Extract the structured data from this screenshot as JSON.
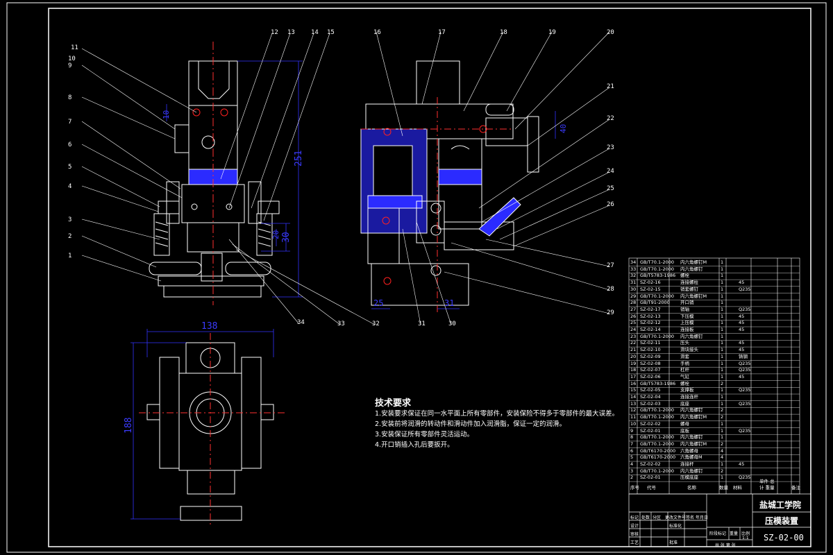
{
  "part_numbers": [
    "1",
    "2",
    "3",
    "4",
    "5",
    "6",
    "7",
    "8",
    "9",
    "10",
    "11",
    "12",
    "13",
    "14",
    "15",
    "16",
    "17",
    "18",
    "19",
    "20",
    "21",
    "22",
    "23",
    "24",
    "25",
    "26",
    "27",
    "28",
    "29",
    "30",
    "31",
    "32",
    "33",
    "34"
  ],
  "dimensions": {
    "height_251": "251",
    "d_30": "30",
    "d_20": "20",
    "d_40": "40",
    "d_25": "25",
    "d_31": "31",
    "width_138": "138",
    "height_188": "188",
    "d_10": "10"
  },
  "tech_requirements": {
    "title": "技术要求",
    "lines": [
      "1.安装要求保证在同一水平面上所有零部件，安装保险不得多于零部件的最大误差。",
      "2.安装前将润滑的转动件和滑动件加入润滑脂，保证一定的润滑。",
      "3.安装保证所有零部件灵活运动。",
      "4.开口销插入孔后要扳开。"
    ]
  },
  "bom": {
    "rows": [
      {
        "no": "34",
        "code": "GB/T70.1-2000",
        "name": "内六角螺钉M",
        "qty": "1",
        "mat": ""
      },
      {
        "no": "33",
        "code": "GB/T70.1-2000",
        "name": "内六角螺钉",
        "qty": "1",
        "mat": ""
      },
      {
        "no": "32",
        "code": "GB/T5783-1986",
        "name": "螺栓",
        "qty": "1",
        "mat": ""
      },
      {
        "no": "31",
        "code": "SZ-02-16",
        "name": "连接螺柱",
        "qty": "1",
        "mat": "45"
      },
      {
        "no": "30",
        "code": "SZ-02-15",
        "name": "销套螺钉",
        "qty": "1",
        "mat": "Q235"
      },
      {
        "no": "29",
        "code": "GB/T70.1-2000",
        "name": "内六角螺钉M",
        "qty": "1",
        "mat": ""
      },
      {
        "no": "28",
        "code": "GB/T91-2000",
        "name": "开口销",
        "qty": "1",
        "mat": ""
      },
      {
        "no": "27",
        "code": "SZ-02-17",
        "name": "销轴",
        "qty": "1",
        "mat": "Q235"
      },
      {
        "no": "26",
        "code": "SZ-02-13",
        "name": "下压模",
        "qty": "1",
        "mat": "45"
      },
      {
        "no": "25",
        "code": "SZ-02-12",
        "name": "上压模",
        "qty": "1",
        "mat": "45"
      },
      {
        "no": "24",
        "code": "SZ-02-14",
        "name": "连接板",
        "qty": "1",
        "mat": "45"
      },
      {
        "no": "23",
        "code": "GB/T70.1-2000",
        "name": "内六角螺钉",
        "qty": "1",
        "mat": ""
      },
      {
        "no": "22",
        "code": "SZ-02-11",
        "name": "压头",
        "qty": "1",
        "mat": "45"
      },
      {
        "no": "21",
        "code": "SZ-02-10",
        "name": "滑块接头",
        "qty": "1",
        "mat": "45"
      },
      {
        "no": "20",
        "code": "SZ-02-09",
        "name": "滑套",
        "qty": "1",
        "mat": "铸钢"
      },
      {
        "no": "19",
        "code": "SZ-02-08",
        "name": "手柄",
        "qty": "1",
        "mat": "Q235"
      },
      {
        "no": "18",
        "code": "SZ-02-07",
        "name": "杠杆",
        "qty": "1",
        "mat": "Q235"
      },
      {
        "no": "17",
        "code": "SZ-02-06",
        "name": "气缸",
        "qty": "1",
        "mat": "45"
      },
      {
        "no": "16",
        "code": "GB/T5783-1986",
        "name": "螺栓",
        "qty": "2",
        "mat": ""
      },
      {
        "no": "15",
        "code": "SZ-02-05",
        "name": "支撑板",
        "qty": "1",
        "mat": "Q235"
      },
      {
        "no": "14",
        "code": "SZ-02-04",
        "name": "连接连杆",
        "qty": "1",
        "mat": ""
      },
      {
        "no": "13",
        "code": "SZ-02-03",
        "name": "底座",
        "qty": "1",
        "mat": "Q235"
      },
      {
        "no": "12",
        "code": "GB/T70.1-2000",
        "name": "内六角螺钉",
        "qty": "2",
        "mat": ""
      },
      {
        "no": "11",
        "code": "GB/T70.1-2000",
        "name": "内六角螺钉M",
        "qty": "2",
        "mat": ""
      },
      {
        "no": "10",
        "code": "SZ-02-02",
        "name": "螺母",
        "qty": "1",
        "mat": ""
      },
      {
        "no": "9",
        "code": "SZ-02-01",
        "name": "底板",
        "qty": "1",
        "mat": "Q235"
      },
      {
        "no": "8",
        "code": "GB/T70.1-2000",
        "name": "内六角螺钉",
        "qty": "1",
        "mat": ""
      },
      {
        "no": "7",
        "code": "GB/T70.1-2000",
        "name": "内六角螺钉M",
        "qty": "2",
        "mat": ""
      },
      {
        "no": "6",
        "code": "GB/T6170-2000",
        "name": "六角螺母",
        "qty": "4",
        "mat": ""
      },
      {
        "no": "5",
        "code": "GB/T6170-2000",
        "name": "六角螺母M",
        "qty": "4",
        "mat": ""
      },
      {
        "no": "4",
        "code": "SZ-02-02",
        "name": "连接杆",
        "qty": "1",
        "mat": "45"
      },
      {
        "no": "3",
        "code": "GB/T70.1-2000",
        "name": "内六角螺钉",
        "qty": "2",
        "mat": ""
      },
      {
        "no": "2",
        "code": "SZ-02-01",
        "name": "压模底座",
        "qty": "1",
        "mat": "Q235"
      }
    ],
    "header": {
      "no": "序号",
      "code": "代号",
      "name": "名称",
      "qty": "数量",
      "mat": "材料",
      "weight": "单件 总计 重量",
      "note": "备注"
    }
  },
  "title_block": {
    "school": "盐城工学院",
    "drawing_name": "压模装置",
    "drawing_code": "SZ-02-00",
    "labels": {
      "mark": "标记",
      "count": "处数",
      "zone": "分区",
      "change_doc": "更改文件号",
      "sign": "签名",
      "date": "年月日",
      "designer": "设计",
      "standardize": "标准化",
      "stage_mark": "阶段标记",
      "weight": "重量",
      "scale": "比例",
      "scale_val": "1:1",
      "review": "审核",
      "process": "工艺",
      "approve": "批准",
      "sheets": "共 张 第 张"
    }
  },
  "colors": {
    "background": "#000000",
    "frame": "#ffffff",
    "part": "#ffffff",
    "leader": "#ffffff",
    "dimension": "#3333ff",
    "hatch": "#3a3aff",
    "center": "#ff3030",
    "screw_marker": "#ff2020"
  }
}
